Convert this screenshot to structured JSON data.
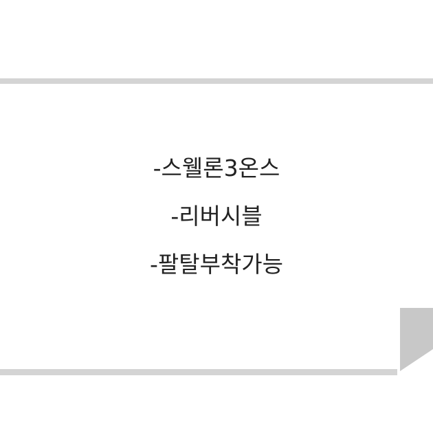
{
  "lines": [
    "-스웰론3온스",
    "-리버시블",
    "-팔탈부착가능"
  ],
  "colors": {
    "background": "#ffffff",
    "rule": "#d4d4d4",
    "fold": "#c8c8c8",
    "text": "#222222"
  }
}
